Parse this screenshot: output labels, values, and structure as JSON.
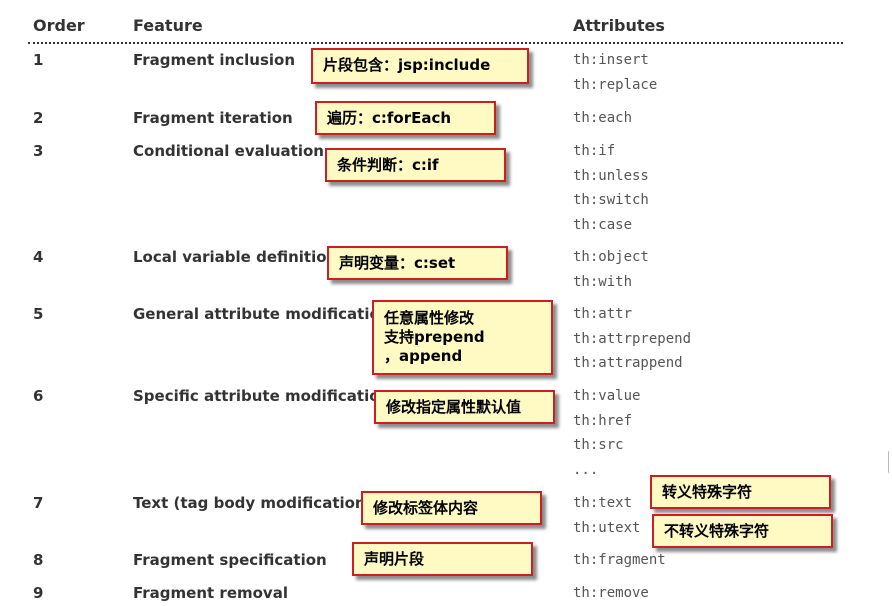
{
  "headers": {
    "order": "Order",
    "feature": "Feature",
    "attributes": "Attributes"
  },
  "rows": [
    {
      "order": "1",
      "feature": "Fragment inclusion",
      "attributes": [
        "th:insert",
        "th:replace"
      ]
    },
    {
      "order": "2",
      "feature": "Fragment iteration",
      "attributes": [
        "th:each"
      ]
    },
    {
      "order": "3",
      "feature": "Conditional evaluation",
      "attributes": [
        "th:if",
        "th:unless",
        "th:switch",
        "th:case"
      ]
    },
    {
      "order": "4",
      "feature": "Local variable definition",
      "attributes": [
        "th:object",
        "th:with"
      ]
    },
    {
      "order": "5",
      "feature": "General attribute modification",
      "attributes": [
        "th:attr",
        "th:attrprepend",
        "th:attrappend"
      ]
    },
    {
      "order": "6",
      "feature": "Specific attribute modification",
      "attributes": [
        "th:value",
        "th:href",
        "th:src",
        "..."
      ]
    },
    {
      "order": "7",
      "feature": "Text (tag body modification)",
      "attributes": [
        "th:text",
        "th:utext"
      ]
    },
    {
      "order": "8",
      "feature": "Fragment specification",
      "attributes": [
        "th:fragment"
      ]
    },
    {
      "order": "9",
      "feature": "Fragment removal",
      "attributes": [
        "th:remove"
      ]
    }
  ],
  "notes": [
    "片段包含：jsp:include",
    "遍历：c:forEach",
    "条件判断：c:if",
    "声明变量：c:set",
    "任意属性修改\n支持prepend\n，append",
    "修改指定属性默认值",
    "修改标签体内容",
    "声明片段",
    "转义特殊字符",
    "不转义特殊字符"
  ]
}
